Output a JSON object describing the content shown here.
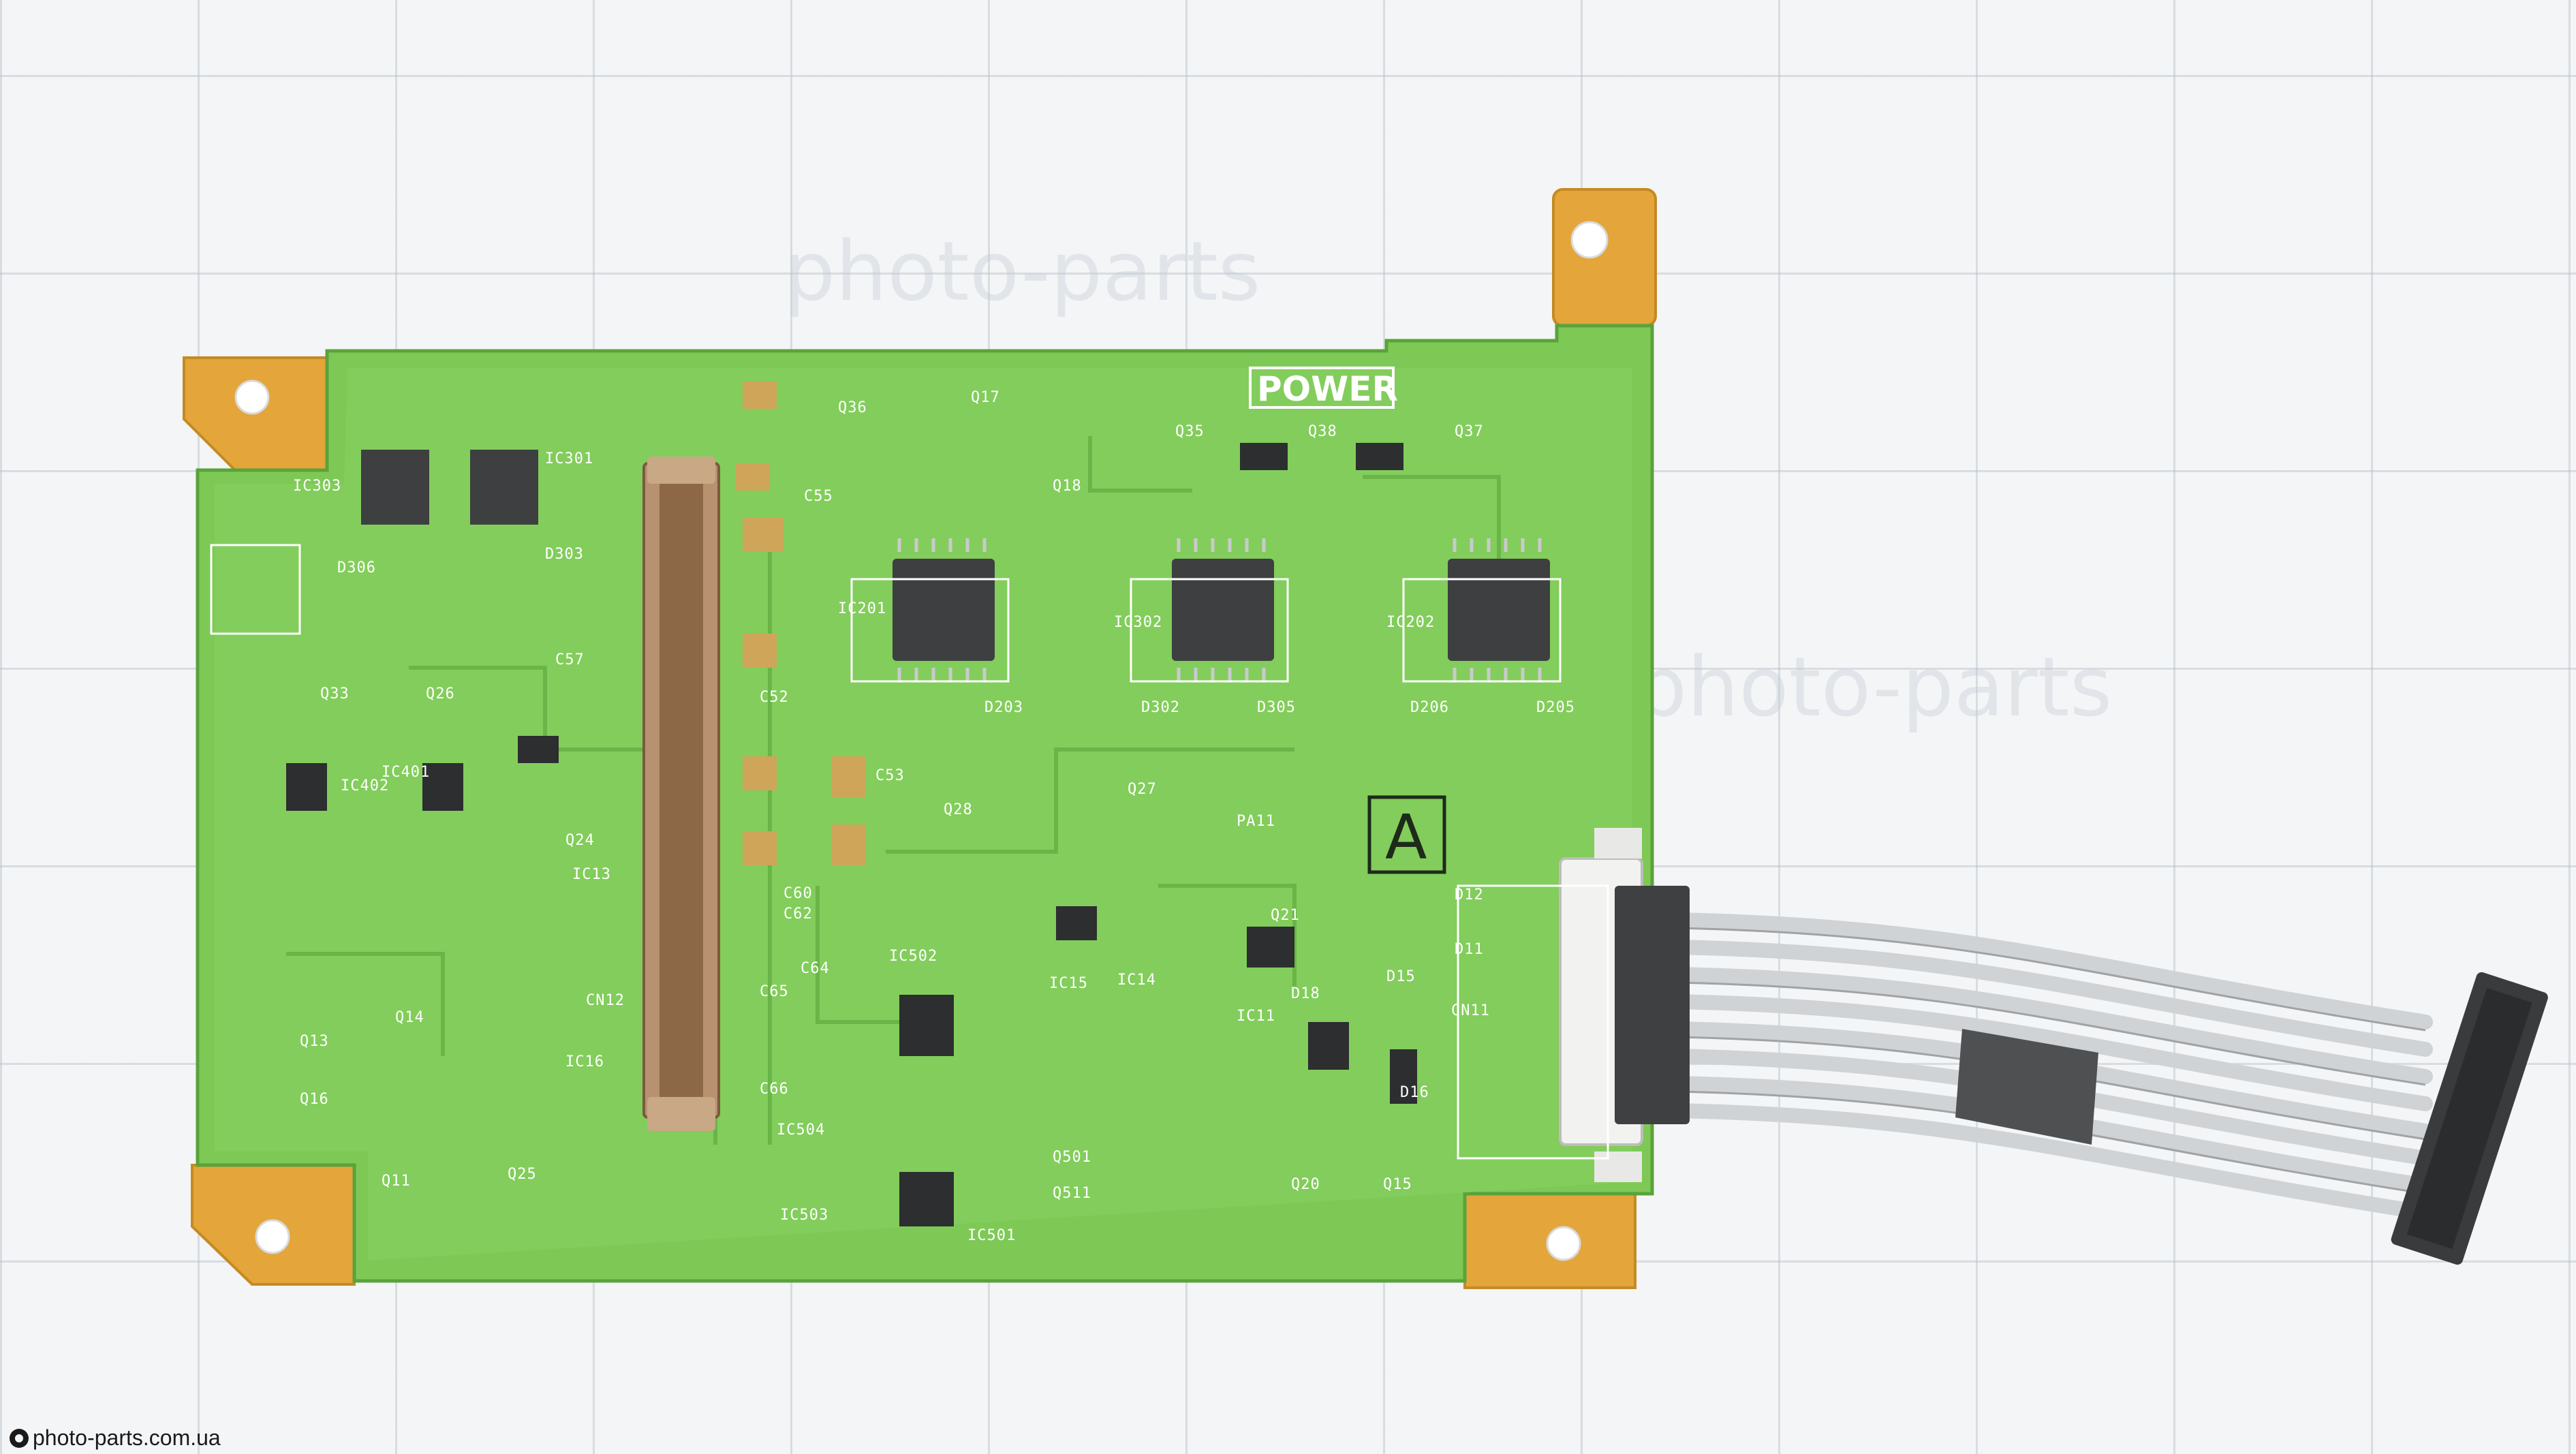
{
  "watermark": {
    "brand": "photo-parts"
  },
  "footer": {
    "site": "photo-parts.com.ua"
  },
  "board": {
    "power_label": "POWER",
    "variant_letter": "A",
    "labels": [
      "IC303",
      "IC301",
      "IC201",
      "IC302",
      "IC202",
      "IC402",
      "IC401",
      "IC13",
      "IC16",
      "IC502",
      "IC504",
      "IC503",
      "IC501",
      "IC11",
      "IC15",
      "IC14",
      "CN12",
      "CN11",
      "Q36",
      "Q17",
      "Q18",
      "Q35",
      "Q38",
      "Q37",
      "Q33",
      "Q26",
      "Q24",
      "Q28",
      "Q27",
      "Q21",
      "Q15",
      "Q20",
      "Q13",
      "Q16",
      "Q14",
      "Q11",
      "Q25",
      "Q501",
      "Q511",
      "C53",
      "C52",
      "C60",
      "C62",
      "C64",
      "C65",
      "C66",
      "C55",
      "C57",
      "D306",
      "D303",
      "D302",
      "D305",
      "D206",
      "D205",
      "D203",
      "D18",
      "D15",
      "D16",
      "D11",
      "D12",
      "PA11"
    ]
  }
}
